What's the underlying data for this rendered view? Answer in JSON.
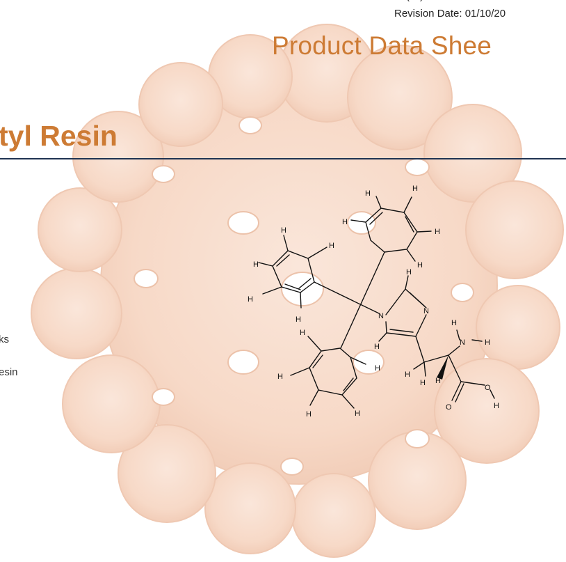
{
  "header": {
    "top_fragment": "(…)",
    "revision_label": "Revision Date: 01/10/20",
    "doc_title": "Product Data Shee"
  },
  "product": {
    "name_fragment": "tyl Resin"
  },
  "body_fragments": [
    "ks",
    "esin"
  ],
  "structure": {
    "atoms": {
      "H": "H",
      "N": "N",
      "O": "O"
    }
  },
  "colors": {
    "accent": "#cd7b34",
    "rule": "#1f3352",
    "watermark": "#f6d9c8"
  }
}
